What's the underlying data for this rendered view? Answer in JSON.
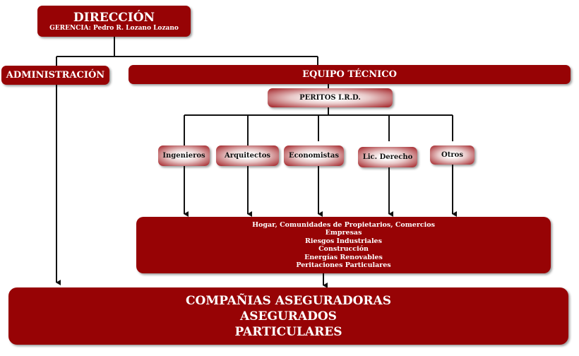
{
  "direccion": {
    "title": "DIRECCIÓN",
    "subtitle": "GERENCIA: Pedro R. Lozano Lozano"
  },
  "administracion": "ADMINISTRACIÓN",
  "equipo_tecnico": "EQUIPO TÉCNICO",
  "peritos": "PERITOS I.R.D.",
  "profesiones": [
    "Ingenieros",
    "Arquitectos",
    "Economistas",
    "Lic. Derecho",
    "Otros"
  ],
  "ramos": [
    "Hogar, Comunidades de Propietarios, Comercios",
    "Empresas",
    "Riesgos Industriales",
    "Construcción",
    "Energías Renovables",
    "Peritaciones Particulares"
  ],
  "clientes": [
    "COMPAÑIAS ASEGURADORAS",
    "ASEGURADOS",
    "PARTICULARES"
  ],
  "colors": {
    "primary": "#970305",
    "line": "#111111"
  }
}
